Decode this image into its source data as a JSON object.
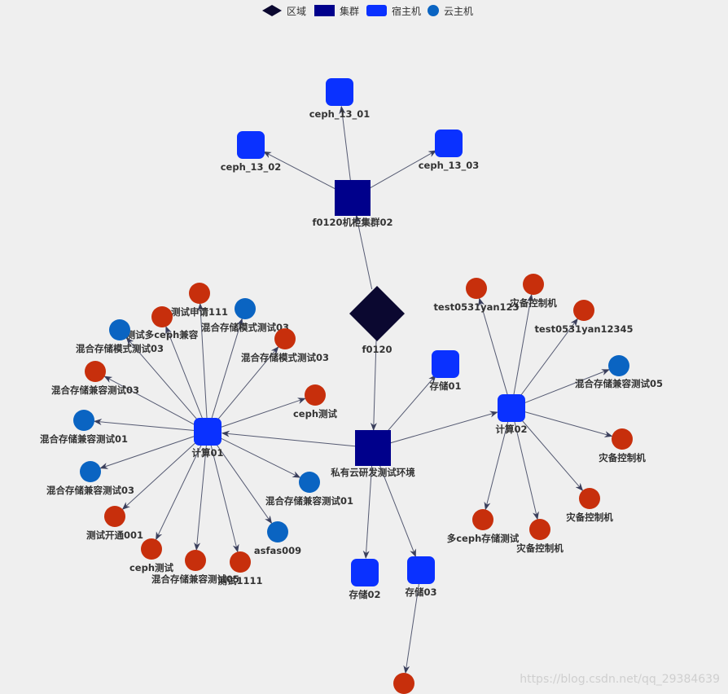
{
  "legend": {
    "region": "区域",
    "cluster": "集群",
    "host": "宿主机",
    "vm": "云主机"
  },
  "colors": {
    "region": "#0b0830",
    "cluster": "#00008b",
    "host": "#0a31ff",
    "vm_blue": "#0a64c2",
    "vm_red": "#c72f0c",
    "edge": "#3a3f5c"
  },
  "nodes": {
    "f0120": "f0120",
    "cl02": "f0120机柜集群02",
    "ceph01": "ceph_13_01",
    "ceph02": "ceph_13_02",
    "ceph03": "ceph_13_03",
    "pcl": "私有云研发测试环境",
    "cs01": "存储01",
    "cs02": "存储02",
    "cs03": "存储03",
    "js01": "计算01",
    "js02": "计算02",
    "v_cs03": "",
    "a1": "测试申请111",
    "a2": "混合存储模式测试03",
    "a3": "测试多ceph兼容",
    "a4": "混合存储模式测试03",
    "a5": "混合存储模式测试03",
    "a6": "混合存储兼容测试03",
    "a7": "ceph测试",
    "a8": "混合存储兼容测试01",
    "a9": "混合存储兼容测试03",
    "a10": "混合存储兼容测试01",
    "a11": "测试开通001",
    "a12": "asfas009",
    "a13": "ceph测试",
    "a14": "混合存储兼容测试05",
    "a15": "测试1111",
    "b1": "test0531yan123",
    "b2": "灾备控制机",
    "b3": "test0531yan12345",
    "b4": "混合存储兼容测试05",
    "b5": "灾备控制机",
    "b6": "灾备控制机",
    "b7": "灾备控制机",
    "b8": "多ceph存储测试"
  },
  "watermark": "https://blog.csdn.net/qq_29384639"
}
